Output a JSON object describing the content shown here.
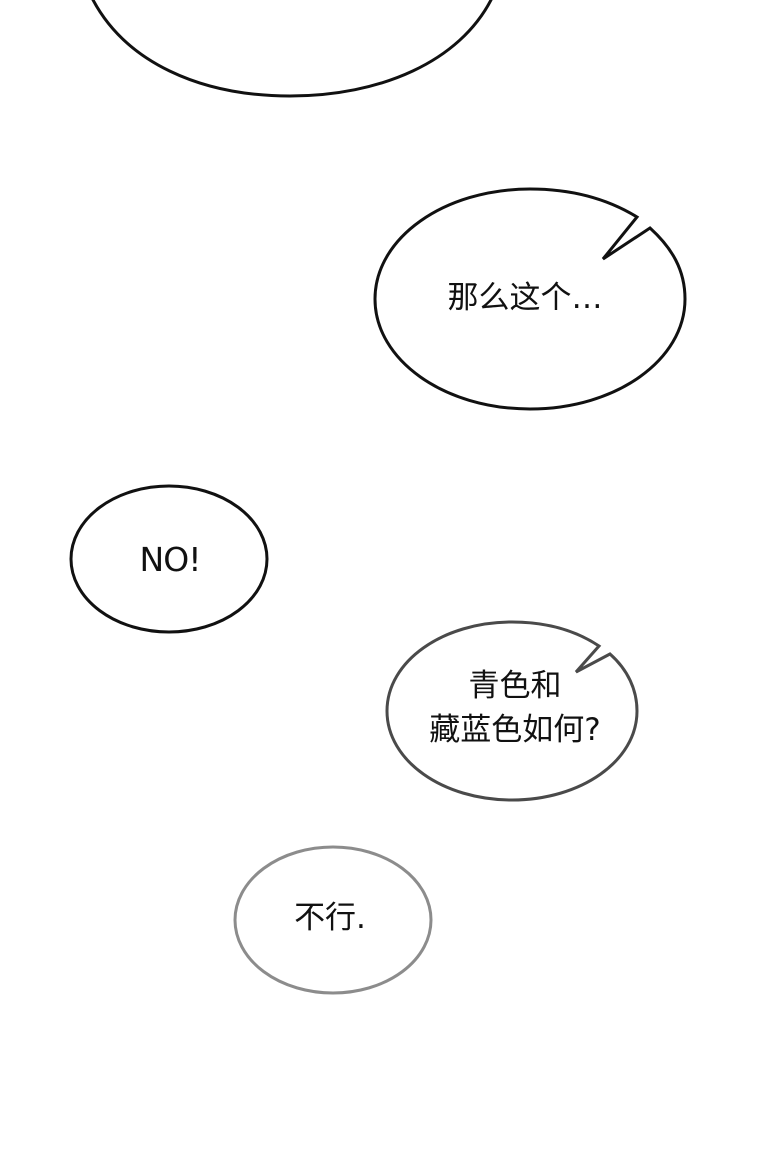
{
  "bubbles": [
    {
      "text": "那么这个…",
      "tail": true
    },
    {
      "text": "NO!",
      "tail": false
    },
    {
      "lines": [
        "青色和",
        "藏蓝色如何?"
      ],
      "tail": true
    },
    {
      "text": "不行.",
      "tail": false
    }
  ],
  "colors": {
    "background": "#ffffff",
    "outline_dark": "#111111",
    "outline_mid": "#4a4a4a",
    "outline_light": "#8c8c8c"
  }
}
